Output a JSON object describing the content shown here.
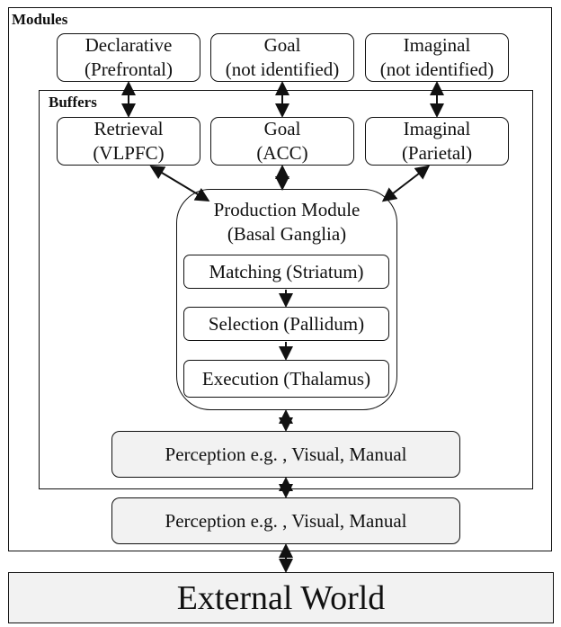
{
  "labels": {
    "modules": "Modules",
    "buffers": "Buffers"
  },
  "modules": {
    "declarative": {
      "line1": "Declarative",
      "line2": "(Prefrontal)"
    },
    "goal": {
      "line1": "Goal",
      "line2": "(not identified)"
    },
    "imaginal": {
      "line1": "Imaginal",
      "line2": "(not identified)"
    }
  },
  "buffers": {
    "retrieval": {
      "line1": "Retrieval",
      "line2": "(VLPFC)"
    },
    "goal": {
      "line1": "Goal",
      "line2": "(ACC)"
    },
    "imaginal": {
      "line1": "Imaginal",
      "line2": "(Parietal)"
    }
  },
  "production": {
    "title1": "Production Module",
    "title2": "(Basal Ganglia)",
    "matching": "Matching (Striatum)",
    "selection": "Selection (Pallidum)",
    "execution": "Execution (Thalamus)"
  },
  "perception_buffer": "Perception e.g. , Visual, Manual",
  "perception_module": "Perception e.g. , Visual, Manual",
  "external_world": "External World"
}
